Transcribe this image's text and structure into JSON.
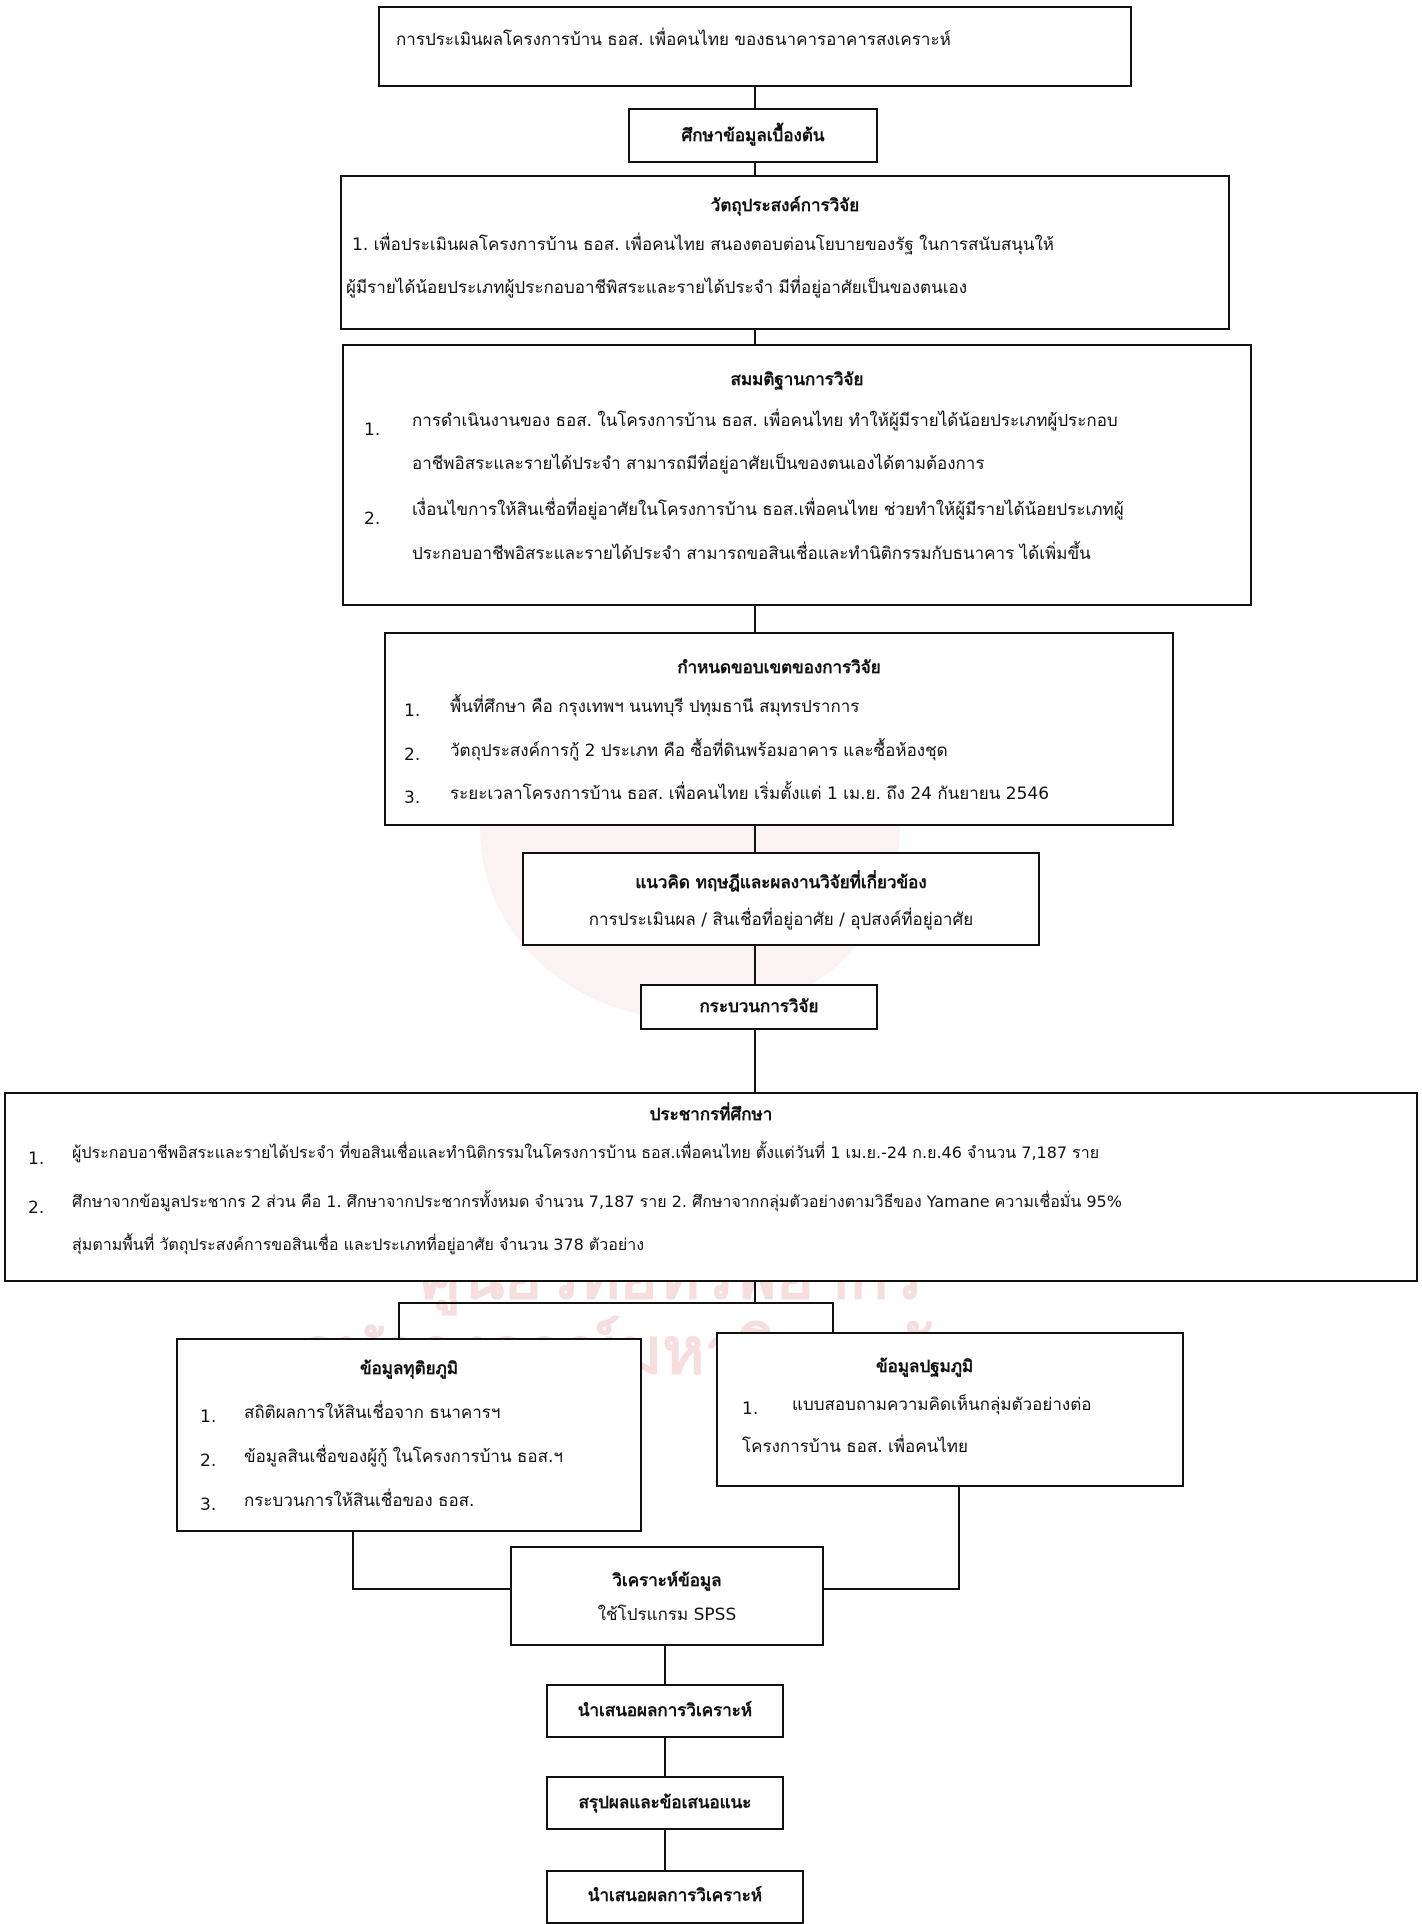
{
  "title_box": {
    "text": "การประเมินผลโครงการบ้าน ธอส. เพื่อคนไทย ของธนาคารอาคารสงเคราะห์"
  },
  "study_box": {
    "text": "ศึกษาข้อมูลเบื้องต้น"
  },
  "objective": {
    "heading": "วัตถุประสงค์การวิจัย",
    "line1": "1. เพื่อประเมินผลโครงการบ้าน ธอส. เพื่อคนไทย สนองตอบต่อนโยบายของรัฐ ในการสนับสนุนให้",
    "line2": "ผู้มีรายได้น้อยประเภทผู้ประกอบอาชีพิสระและรายได้ประจำ มีที่อยู่อาศัยเป็นของตนเอง"
  },
  "hypothesis": {
    "heading": "สมมติฐานการวิจัย",
    "items": [
      {
        "num": "1.",
        "line1": "การดำเนินงานของ ธอส. ในโครงการบ้าน ธอส. เพื่อคนไทย ทำให้ผู้มีรายได้น้อยประเภทผู้ประกอบ",
        "line2": "อาชีพอิสระและรายได้ประจำ  สามารถมีที่อยู่อาศัยเป็นของตนเองได้ตามต้องการ"
      },
      {
        "num": "2.",
        "line1": "เงื่อนไขการให้สินเชื่อที่อยู่อาศัยในโครงการบ้าน ธอส.เพื่อคนไทย ช่วยทำให้ผู้มีรายได้น้อยประเภทผู้",
        "line2": "ประกอบอาชีพอิสระและรายได้ประจำ สามารถขอสินเชื่อและทำนิติกรรมกับธนาคาร ได้เพิ่มขึ้น"
      }
    ]
  },
  "scope": {
    "heading": "กำหนดขอบเขตของการวิจัย",
    "items": [
      {
        "num": "1.",
        "text": "พื้นที่ศึกษา คือ กรุงเทพฯ นนทบุรี ปทุมธานี สมุทรปราการ"
      },
      {
        "num": "2.",
        "text": "วัตถุประสงค์การกู้ 2 ประเภท คือ ซื้อที่ดินพร้อมอาคาร และซื้อห้องชุด"
      },
      {
        "num": "3.",
        "text": "ระยะเวลาโครงการบ้าน ธอส. เพื่อคนไทย เริ่มตั้งแต่ 1 เม.ย. ถึง 24 กันยายน 2546"
      }
    ]
  },
  "concept": {
    "heading": "แนวคิด ทฤษฎีและผลงานวิจัยที่เกี่ยวข้อง",
    "subtext": "การประเมินผล / สินเชื่อที่อยู่อาศัย / อุปสงค์ที่อยู่อาศัย"
  },
  "process_box": {
    "text": "กระบวนการวิจัย"
  },
  "population": {
    "heading": "ประชากรที่ศึกษา",
    "items": [
      {
        "num": "1.",
        "line1": "ผู้ประกอบอาชีพอิสระและรายได้ประจำ ที่ขอสินเชื่อและทำนิติกรรมในโครงการบ้าน ธอส.เพื่อคนไทย ตั้งแต่วันที่ 1 เม.ย.-24 ก.ย.46 จำนวน 7,187 ราย",
        "line2": ""
      },
      {
        "num": "2.",
        "line1": "ศึกษาจากข้อมูลประชากร 2 ส่วน คือ 1. ศึกษาจากประชากรทั้งหมด จำนวน 7,187 ราย 2. ศึกษาจากกลุ่มตัวอย่างตามวิธีของ  Yamane ความเชื่อมั่น 95%",
        "line2": "สุ่มตามพื้นที่ วัตถุประสงค์การขอสินเชื่อ และประเภทที่อยู่อาศัย จำนวน 378 ตัวอย่าง"
      }
    ]
  },
  "secondary": {
    "heading": "ข้อมูลทุติยภูมิ",
    "items": [
      {
        "num": "1.",
        "text": "สถิติผลการให้สินเชื่อจาก ธนาคารฯ"
      },
      {
        "num": "2.",
        "text": "ข้อมูลสินเชื่อของผู้กู้ ในโครงการบ้าน ธอส.ฯ"
      },
      {
        "num": "3.",
        "text": "กระบวนการให้สินเชื่อของ ธอส."
      }
    ]
  },
  "primary": {
    "heading": "ข้อมูลปฐมภูมิ",
    "num": "1.",
    "line1": "แบบสอบถามความคิดเห็นกลุ่มตัวอย่างต่อ",
    "line2": "โครงการบ้าน ธอส. เพื่อคนไทย"
  },
  "analysis": {
    "heading": "วิเคราะห์ข้อมูล",
    "subtext": "ใช้โปรแกรม SPSS"
  },
  "present1": {
    "text": "นำเสนอผลการวิเคราะห์"
  },
  "conclude": {
    "text": "สรุปผลและข้อเสนอแนะ"
  },
  "present2": {
    "text": "นำเสนอผลการวิเคราะห์"
  },
  "watermark": {
    "line1": "ศูนย์วิทยทรัพยากร",
    "line2": "จุฬาลงกรณ์มหาวิทยาลัย"
  }
}
